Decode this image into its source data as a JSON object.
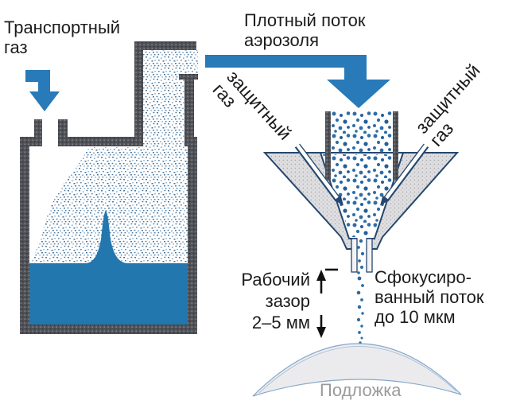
{
  "diagram": {
    "title": "Aerosol jet printing scheme",
    "labels": {
      "transport_gas": "Транспортный\nгаз",
      "aerosol_flow": "Плотный поток\nаэрозоля",
      "sheath_gas_left": "защитный\nгаз",
      "sheath_gas_right": "защитный\nгаз",
      "working_gap": "Рабочий\nзазор\n2–5 мм",
      "focused_flow": "Сфокусиро-\nванный поток\nдо 10 мкм",
      "substrate": "Подложка"
    },
    "colors": {
      "flow_blue": "#287ab8",
      "liquid_blue": "#2277af",
      "aerosol_dot_blue": "#2e6da7",
      "wall_gray": "#515358",
      "cone_gray": "#dfdfe1",
      "outline_navy": "#25476f",
      "substrate_fill": "#ebebee",
      "substrate_label_gray": "#9b9b9b",
      "text_black": "#1c1c1c"
    }
  }
}
